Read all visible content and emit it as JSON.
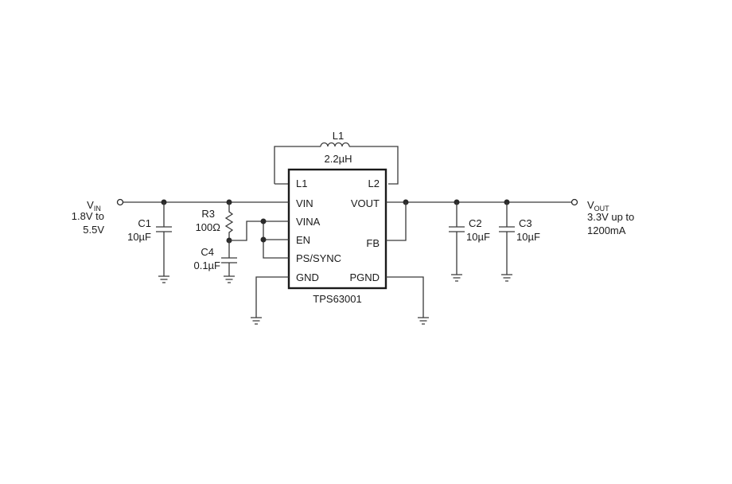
{
  "ic": {
    "part": "TPS63001",
    "pins_left": [
      "L1",
      "VIN",
      "VINA",
      "EN",
      "PS/SYNC",
      "GND"
    ],
    "pins_right": [
      "L2",
      "VOUT",
      "FB",
      "PGND"
    ]
  },
  "inductor": {
    "ref": "L1",
    "value": "2.2µH"
  },
  "input": {
    "label_main": "V",
    "label_sub": "IN",
    "range_line1": "1.8V to",
    "range_line2": "5.5V"
  },
  "output": {
    "label_main": "V",
    "label_sub": "OUT",
    "spec_line1": "3.3V up to",
    "spec_line2": "1200mA"
  },
  "components": {
    "c1": {
      "ref": "C1",
      "value": "10µF"
    },
    "c2": {
      "ref": "C2",
      "value": "10µF"
    },
    "c3": {
      "ref": "C3",
      "value": "10µF"
    },
    "c4": {
      "ref": "C4",
      "value": "0.1µF"
    },
    "r3": {
      "ref": "R3",
      "value": "100Ω"
    }
  }
}
